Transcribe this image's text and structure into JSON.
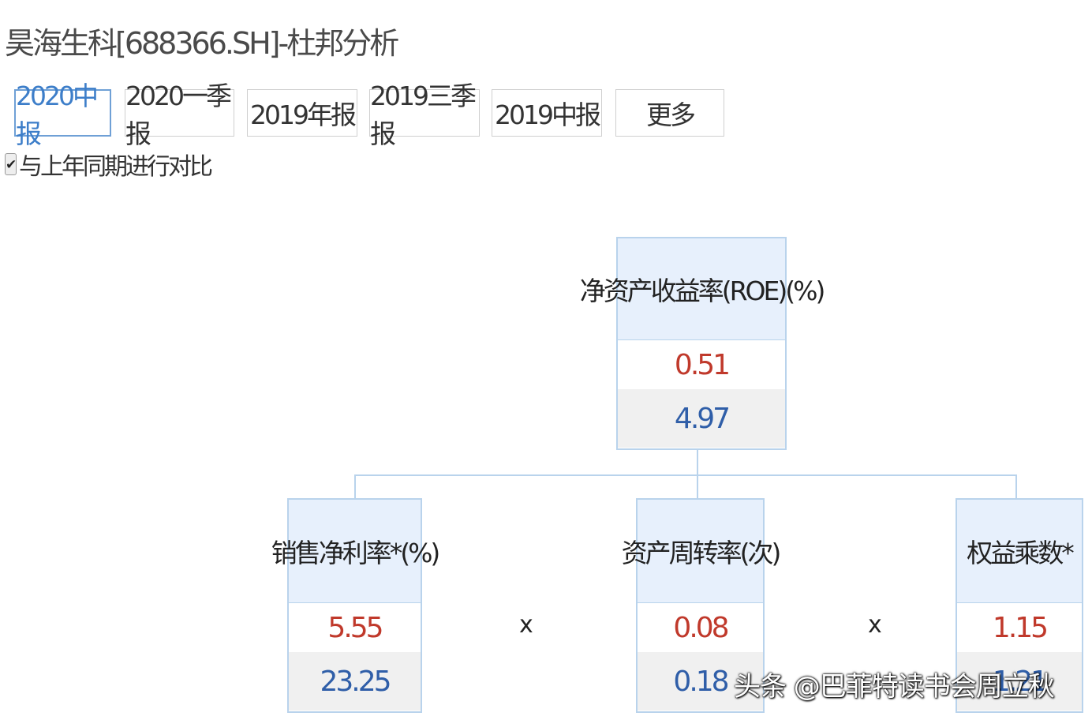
{
  "page_title": "昊海生科[688366.SH]-杜邦分析",
  "tabs": [
    {
      "label": "2020中报",
      "active": true
    },
    {
      "label": "2020一季报",
      "active": false
    },
    {
      "label": "2019年报",
      "active": false
    },
    {
      "label": "2019三季报",
      "active": false
    },
    {
      "label": "2019中报",
      "active": false
    },
    {
      "label": "更多",
      "active": false
    }
  ],
  "compare": {
    "checked": true,
    "label": "与上年同期进行对比"
  },
  "tree": {
    "root": {
      "title": "净资产收益率(ROE)(%)",
      "current": "0.51",
      "previous": "4.97"
    },
    "children": [
      {
        "title": "销售净利率*(%)",
        "current": "5.55",
        "previous": "23.25"
      },
      {
        "title": "资产周转率(次)",
        "current": "0.08",
        "previous": "0.18"
      },
      {
        "title": "权益乘数*",
        "current": "1.15",
        "previous": "1.21"
      }
    ],
    "operator": "x"
  },
  "watermark": "头条 @巴菲特读书会周立秋",
  "colors": {
    "current": "#c0392b",
    "previous": "#2f5ea8",
    "header_bg": "#e7f0fc",
    "border": "#b9d3ec",
    "active_tab": "#3d7ec9"
  }
}
